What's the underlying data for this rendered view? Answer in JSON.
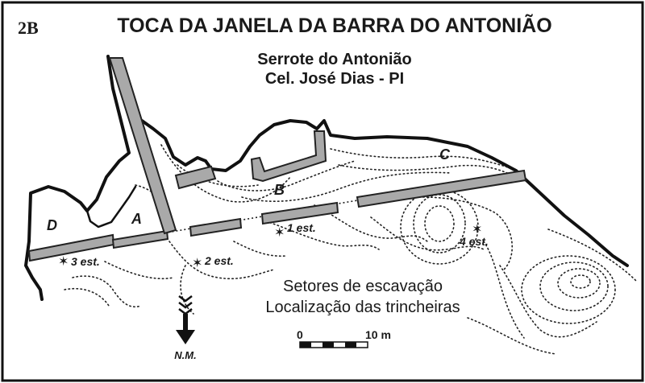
{
  "header": {
    "figure_label": "2B",
    "title": "TOCA DA JANELA DA BARRA DO ANTONIÃO",
    "subtitle_line1": "Serrote do Antonião",
    "subtitle_line2": "Cel. José Dias - PI"
  },
  "sectors": {
    "a": "A",
    "b": "B",
    "c": "C",
    "d": "D"
  },
  "stations": {
    "s1": "1 est.",
    "s2": "2 est.",
    "s3": "3 est.",
    "s4": "4 est."
  },
  "legend": {
    "line1": "Setores de escavação",
    "line2": "Localização das trincheiras"
  },
  "scale": {
    "start_label": "0",
    "end_label": "10 m"
  },
  "north": {
    "label": "N.M."
  },
  "colors": {
    "trench_fill": "#a9a9a9",
    "ink": "#111111"
  }
}
